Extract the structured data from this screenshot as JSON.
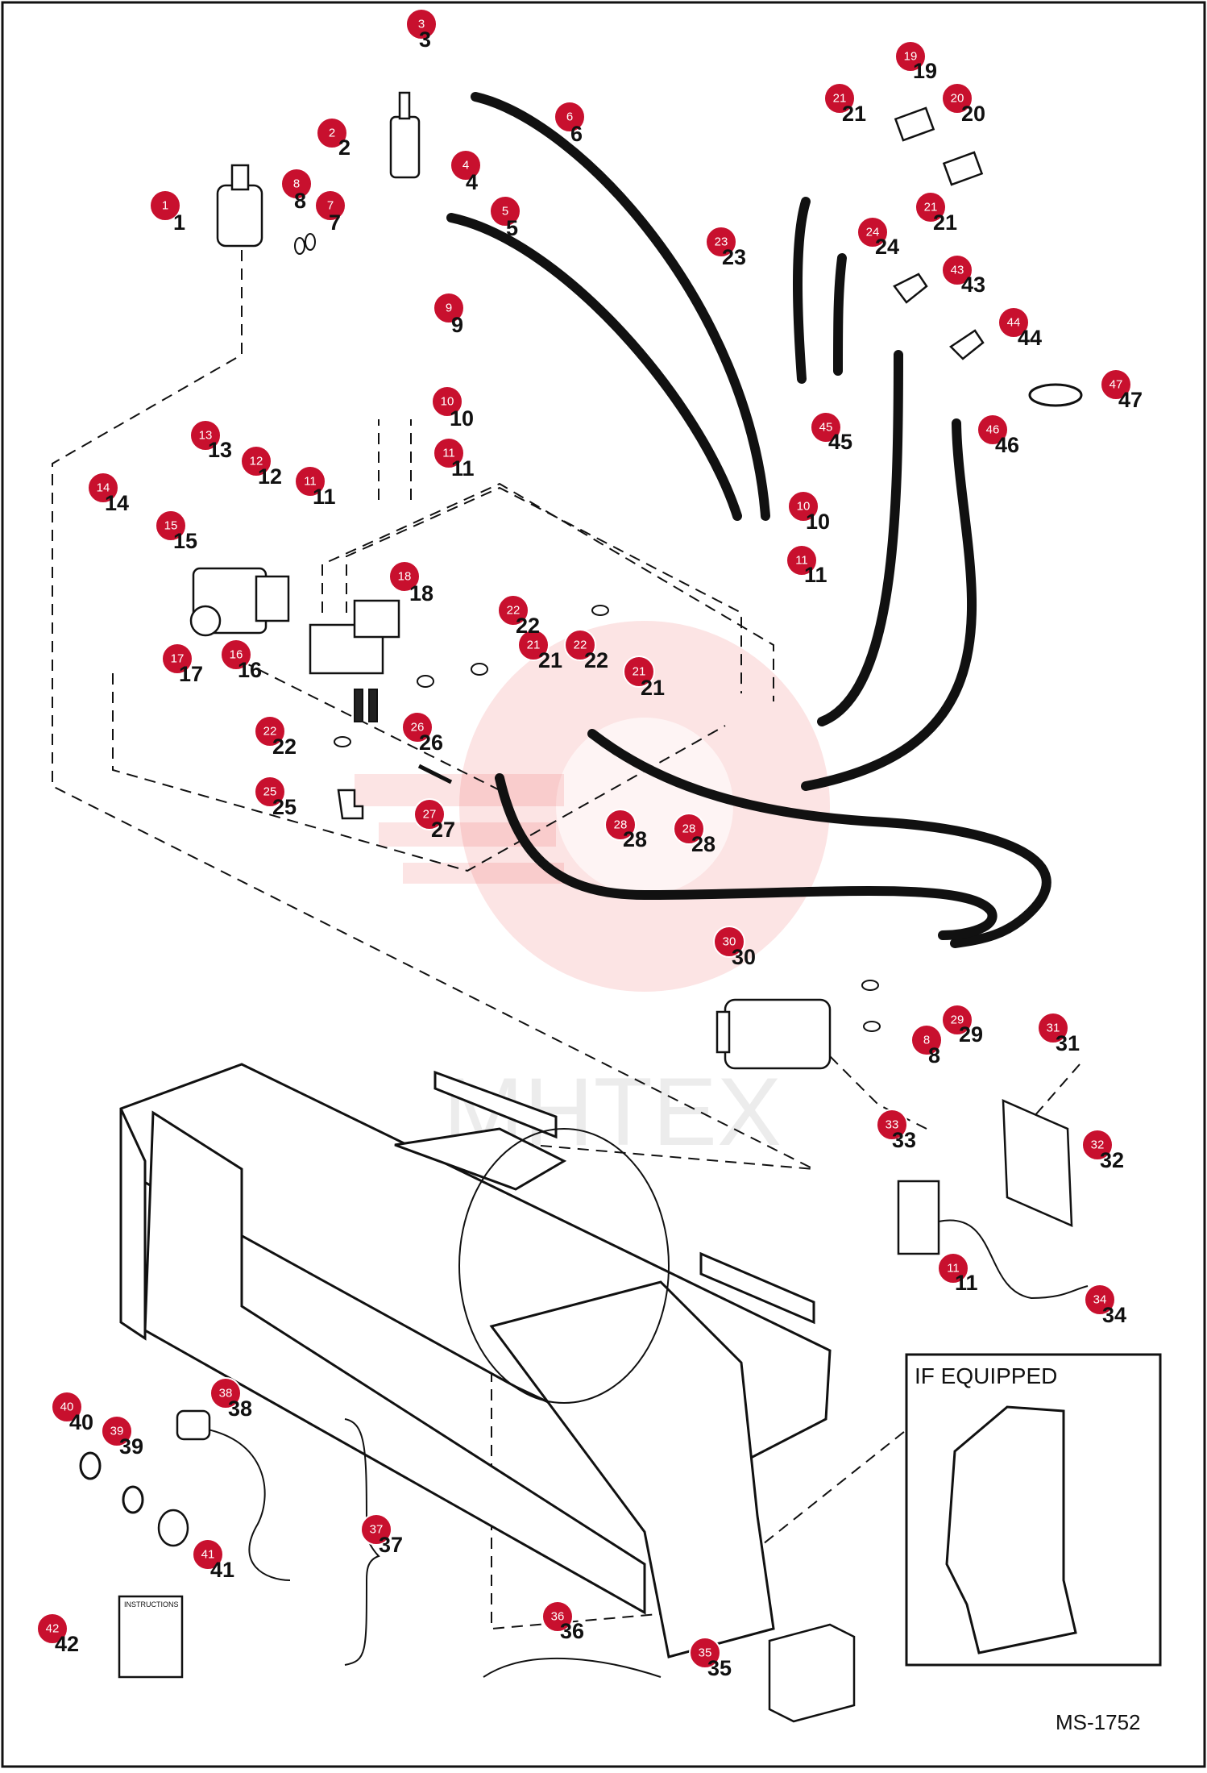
{
  "diagram": {
    "watermark_text": "MHTEX",
    "inset_title": "IF EQUIPPED",
    "drawing_number": "MS-1752",
    "callouts": [
      {
        "id": "1",
        "label": "1"
      },
      {
        "id": "2",
        "label": "2"
      },
      {
        "id": "3",
        "label": "3"
      },
      {
        "id": "4",
        "label": "4"
      },
      {
        "id": "5",
        "label": "5"
      },
      {
        "id": "6",
        "label": "6"
      },
      {
        "id": "7",
        "label": "7"
      },
      {
        "id": "8",
        "label": "8"
      },
      {
        "id": "9",
        "label": "9"
      },
      {
        "id": "10",
        "label": "10"
      },
      {
        "id": "11",
        "label": "11"
      },
      {
        "id": "12",
        "label": "12"
      },
      {
        "id": "13",
        "label": "13"
      },
      {
        "id": "14",
        "label": "14"
      },
      {
        "id": "15",
        "label": "15"
      },
      {
        "id": "16",
        "label": "16"
      },
      {
        "id": "17",
        "label": "17"
      },
      {
        "id": "18",
        "label": "18"
      },
      {
        "id": "19",
        "label": "19"
      },
      {
        "id": "20",
        "label": "20"
      },
      {
        "id": "21",
        "label": "21"
      },
      {
        "id": "22",
        "label": "22"
      },
      {
        "id": "23",
        "label": "23"
      },
      {
        "id": "24",
        "label": "24"
      },
      {
        "id": "25",
        "label": "25"
      },
      {
        "id": "26",
        "label": "26"
      },
      {
        "id": "27",
        "label": "27"
      },
      {
        "id": "28",
        "label": "28"
      },
      {
        "id": "29",
        "label": "29"
      },
      {
        "id": "30",
        "label": "30"
      },
      {
        "id": "31",
        "label": "31"
      },
      {
        "id": "32",
        "label": "32"
      },
      {
        "id": "33",
        "label": "33"
      },
      {
        "id": "34",
        "label": "34"
      },
      {
        "id": "35",
        "label": "35"
      },
      {
        "id": "36",
        "label": "36"
      },
      {
        "id": "37",
        "label": "37"
      },
      {
        "id": "38",
        "label": "38"
      },
      {
        "id": "39",
        "label": "39"
      },
      {
        "id": "40",
        "label": "40"
      },
      {
        "id": "41",
        "label": "41"
      },
      {
        "id": "42",
        "label": "42"
      },
      {
        "id": "43",
        "label": "43"
      },
      {
        "id": "44",
        "label": "44"
      },
      {
        "id": "45",
        "label": "45"
      },
      {
        "id": "46",
        "label": "46"
      },
      {
        "id": "47",
        "label": "47"
      }
    ],
    "instructions_label": "INSTRUCTIONS",
    "colors": {
      "callout": "#c8102e",
      "ink": "#111111",
      "watermark": "#e8201d"
    }
  }
}
